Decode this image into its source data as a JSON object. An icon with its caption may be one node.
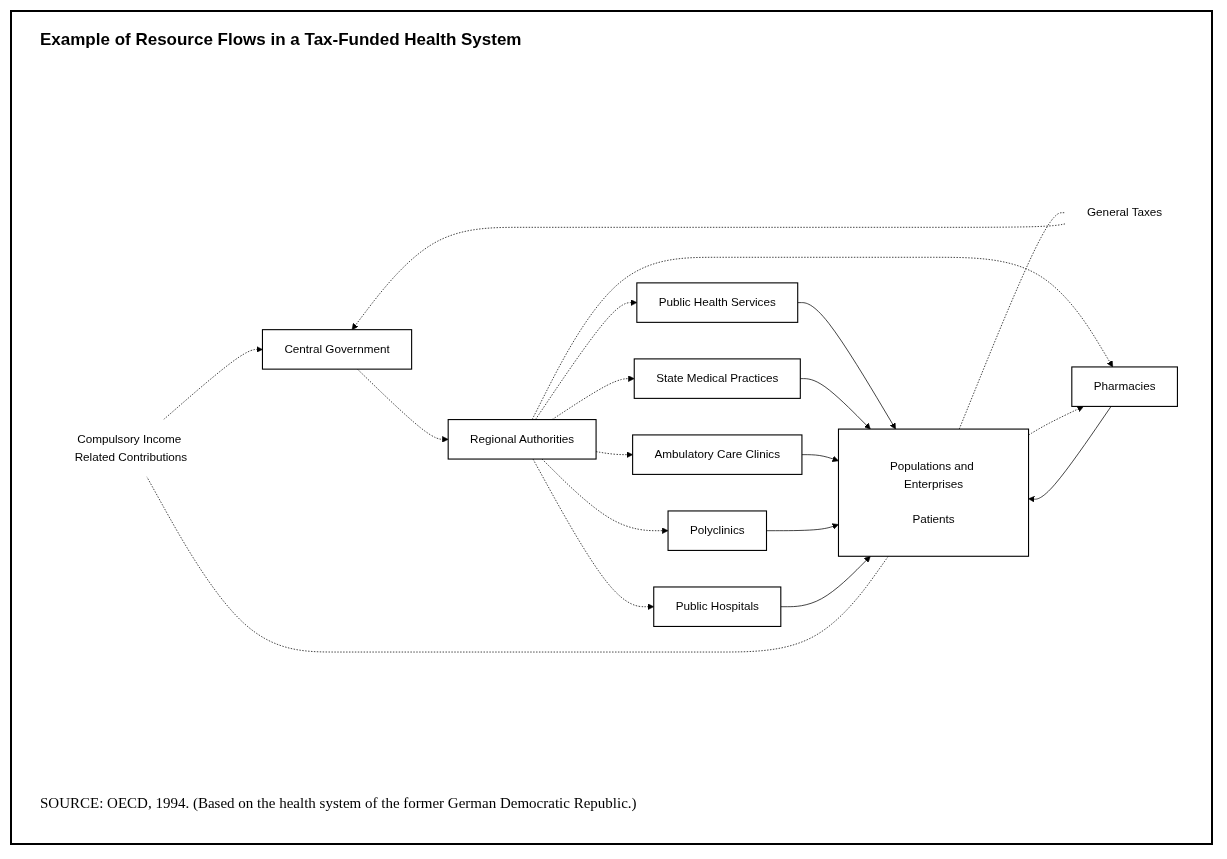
{
  "diagram": {
    "title": "Example of Resource Flows in a Tax-Funded Health System",
    "caption": "SOURCE: OECD, 1994. (Based on the health system of the former German Democratic Republic.)",
    "nodes": [
      {
        "text": [
          "Compulsory Income Related Contributions"
        ]
      },
      {
        "text": [
          "General Taxes"
        ]
      },
      {
        "text": [
          "Central Government"
        ]
      },
      {
        "text": [
          "Regional Authorities"
        ]
      },
      {
        "text": [
          "Populations and Enterprises",
          "Patients"
        ]
      },
      {
        "text": [
          "Public Health Services"
        ]
      },
      {
        "text": [
          "Pharmacies"
        ]
      },
      {
        "text": [
          "State Medical Practices"
        ]
      },
      {
        "text": [
          "Ambulatory Care Clinics"
        ]
      },
      {
        "text": [
          "Polyclinics"
        ]
      },
      {
        "text": [
          "Public Hospitals"
        ]
      }
    ],
    "edges": [
      {
        "from": 4,
        "to": 0,
        "arrow": "none",
        "style": "dashed"
      },
      {
        "from": 4,
        "to": 1,
        "arrow": "none",
        "style": "dashed"
      },
      {
        "from": 0,
        "to": 2,
        "arrow": "to",
        "style": "dashed"
      },
      {
        "from": 1,
        "to": 2,
        "arrow": "to",
        "style": "dashed"
      },
      {
        "from": 2,
        "to": 3,
        "arrow": "to",
        "style": "dashed"
      },
      {
        "from": 3,
        "to": 5,
        "arrow": "to",
        "style": "dashed"
      },
      {
        "from": 3,
        "to": 6,
        "arrow": "to",
        "style": "dashed"
      },
      {
        "from": 3,
        "to": 7,
        "arrow": "to",
        "style": "dashed"
      },
      {
        "from": 3,
        "to": 8,
        "arrow": "to",
        "style": "dashed"
      },
      {
        "from": 3,
        "to": 9,
        "arrow": "to",
        "style": "dashed"
      },
      {
        "from": 3,
        "to": 10,
        "arrow": "to",
        "style": "dashed"
      },
      {
        "from": 5,
        "to": 4,
        "arrow": "to"
      },
      {
        "from": 6,
        "to": 4,
        "arrow": "to"
      },
      {
        "from": 4,
        "to": 6,
        "arrow": "to",
        "style": "dashed"
      },
      {
        "from": 7,
        "to": 4,
        "arrow": "to"
      },
      {
        "from": 8,
        "to": 4,
        "arrow": "to"
      },
      {
        "from": 9,
        "to": 4,
        "arrow": "to"
      },
      {
        "from": 10,
        "to": 4,
        "arrow": "to"
      }
    ]
  }
}
